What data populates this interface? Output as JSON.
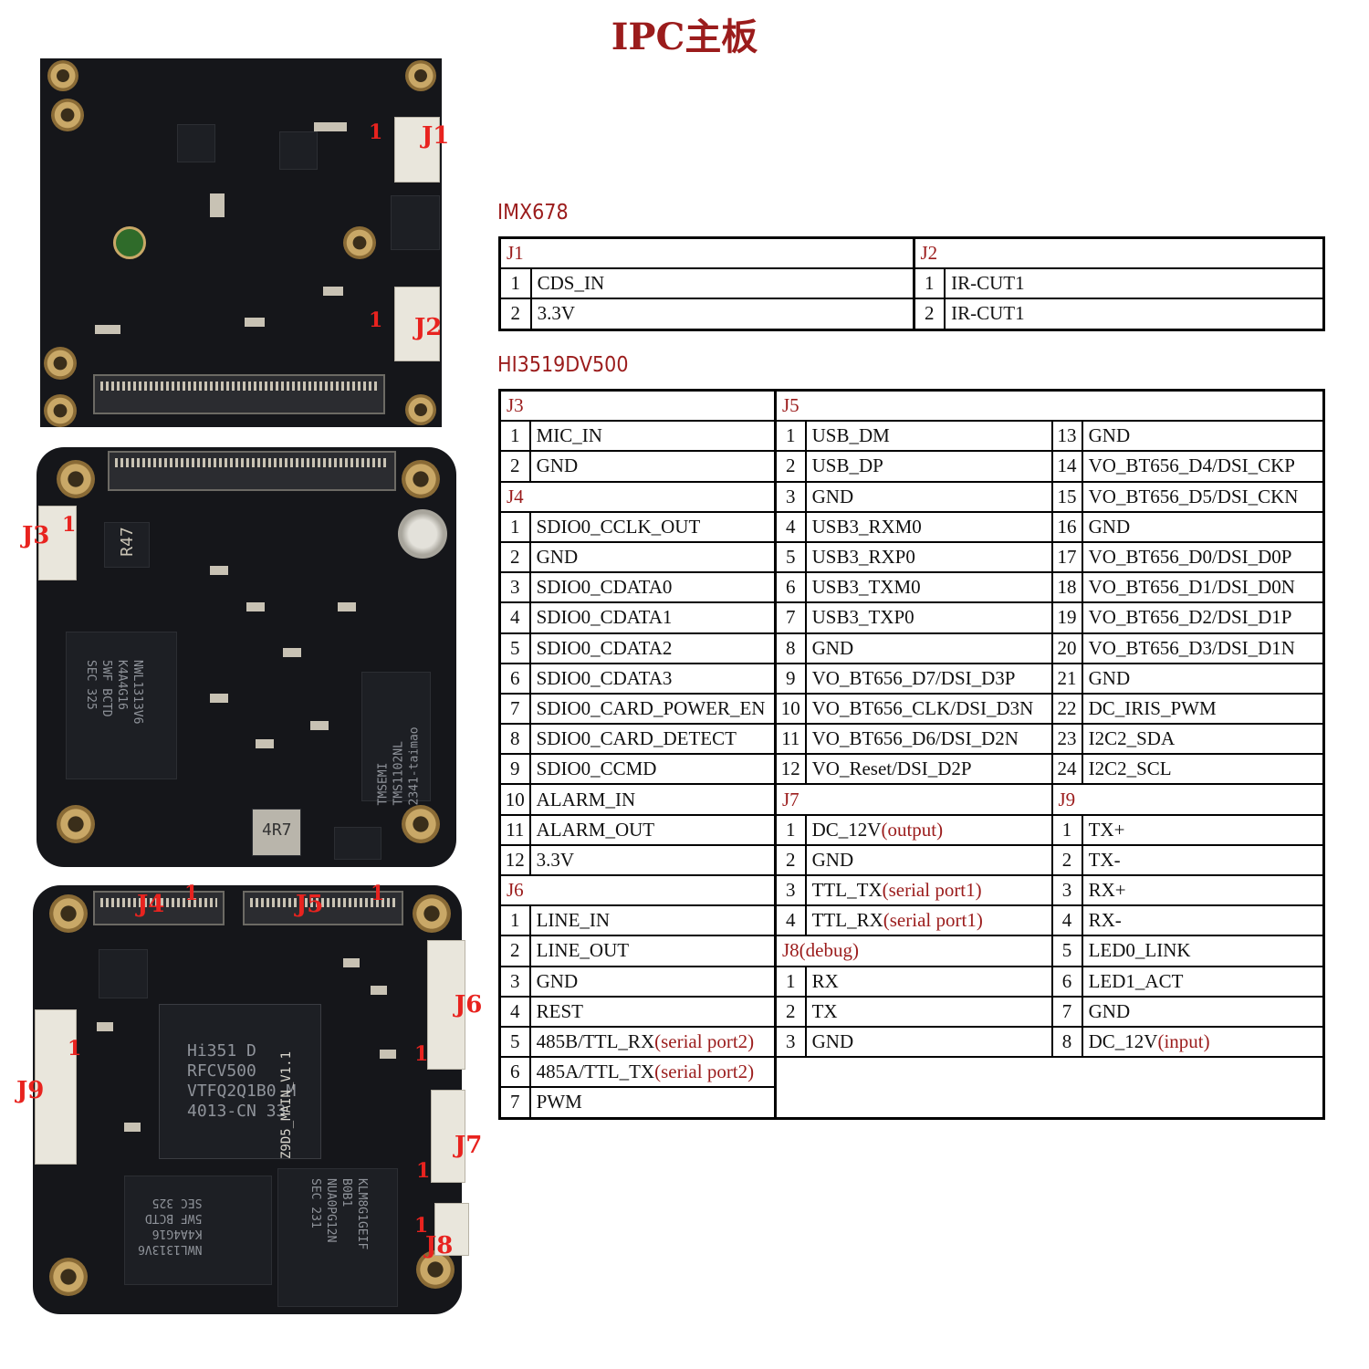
{
  "title": "IPC主板",
  "imx_section": {
    "label": "IMX678",
    "j1": {
      "header": "J1",
      "pins": [
        {
          "n": "1",
          "name": "CDS_IN"
        },
        {
          "n": "2",
          "name": "3.3V"
        }
      ]
    },
    "j2": {
      "header": "J2",
      "pins": [
        {
          "n": "1",
          "name": "IR-CUT1"
        },
        {
          "n": "2",
          "name": "IR-CUT1"
        }
      ]
    }
  },
  "hi_section": {
    "label": "HI3519DV500",
    "j3": {
      "header": "J3",
      "pins": [
        {
          "n": "1",
          "name": "MIC_IN"
        },
        {
          "n": "2",
          "name": "GND"
        }
      ]
    },
    "j4": {
      "header": "J4",
      "pins": [
        {
          "n": "1",
          "name": "SDIO0_CCLK_OUT"
        },
        {
          "n": "2",
          "name": "GND"
        },
        {
          "n": "3",
          "name": "SDIO0_CDATA0"
        },
        {
          "n": "4",
          "name": "SDIO0_CDATA1"
        },
        {
          "n": "5",
          "name": "SDIO0_CDATA2"
        },
        {
          "n": "6",
          "name": "SDIO0_CDATA3"
        },
        {
          "n": "7",
          "name": "SDIO0_CARD_POWER_EN"
        },
        {
          "n": "8",
          "name": "SDIO0_CARD_DETECT"
        },
        {
          "n": "9",
          "name": "SDIO0_CCMD"
        },
        {
          "n": "10",
          "name": "ALARM_IN"
        },
        {
          "n": "11",
          "name": "ALARM_OUT"
        },
        {
          "n": "12",
          "name": "3.3V"
        }
      ]
    },
    "j6": {
      "header": "J6",
      "pins": [
        {
          "n": "1",
          "name": "LINE_IN"
        },
        {
          "n": "2",
          "name": "LINE_OUT"
        },
        {
          "n": "3",
          "name": "GND"
        },
        {
          "n": "4",
          "name": "REST"
        },
        {
          "n": "5",
          "name": "485B/TTL_RX",
          "note": "(serial port2)"
        },
        {
          "n": "6",
          "name": "485A/TTL_TX",
          "note": "(serial port2)"
        },
        {
          "n": "7",
          "name": "PWM"
        }
      ]
    },
    "j5": {
      "header": "J5",
      "pins": [
        {
          "n": "1",
          "name": "USB_DM"
        },
        {
          "n": "2",
          "name": "USB_DP"
        },
        {
          "n": "3",
          "name": "GND"
        },
        {
          "n": "4",
          "name": "USB3_RXM0"
        },
        {
          "n": "5",
          "name": "USB3_RXP0"
        },
        {
          "n": "6",
          "name": "USB3_TXM0"
        },
        {
          "n": "7",
          "name": "USB3_TXP0"
        },
        {
          "n": "8",
          "name": "GND"
        },
        {
          "n": "9",
          "name": "VO_BT656_D7/DSI_D3P"
        },
        {
          "n": "10",
          "name": "VO_BT656_CLK/DSI_D3N"
        },
        {
          "n": "11",
          "name": "VO_BT656_D6/DSI_D2N"
        },
        {
          "n": "12",
          "name": "VO_Reset/DSI_D2P"
        },
        {
          "n": "13",
          "name": "GND"
        },
        {
          "n": "14",
          "name": "VO_BT656_D4/DSI_CKP"
        },
        {
          "n": "15",
          "name": "VO_BT656_D5/DSI_CKN"
        },
        {
          "n": "16",
          "name": "GND"
        },
        {
          "n": "17",
          "name": "VO_BT656_D0/DSI_D0P"
        },
        {
          "n": "18",
          "name": "VO_BT656_D1/DSI_D0N"
        },
        {
          "n": "19",
          "name": "VO_BT656_D2/DSI_D1P"
        },
        {
          "n": "20",
          "name": "VO_BT656_D3/DSI_D1N"
        },
        {
          "n": "21",
          "name": "GND"
        },
        {
          "n": "22",
          "name": "DC_IRIS_PWM"
        },
        {
          "n": "23",
          "name": "I2C2_SDA"
        },
        {
          "n": "24",
          "name": "I2C2_SCL"
        }
      ]
    },
    "j7": {
      "header": "J7",
      "pins": [
        {
          "n": "1",
          "name": "DC_12V",
          "note": "(output)"
        },
        {
          "n": "2",
          "name": "GND"
        },
        {
          "n": "3",
          "name": "TTL_TX",
          "note": "(serial port1)"
        },
        {
          "n": "4",
          "name": "TTL_RX",
          "note": "(serial port1)"
        }
      ]
    },
    "j8": {
      "header": "J8(debug)",
      "pins": [
        {
          "n": "1",
          "name": "RX"
        },
        {
          "n": "2",
          "name": "TX"
        },
        {
          "n": "3",
          "name": "GND"
        }
      ]
    },
    "j9": {
      "header": "J9",
      "pins": [
        {
          "n": "1",
          "name": "TX+"
        },
        {
          "n": "2",
          "name": "TX-"
        },
        {
          "n": "3",
          "name": "RX+"
        },
        {
          "n": "4",
          "name": "RX-"
        },
        {
          "n": "5",
          "name": "LED0_LINK"
        },
        {
          "n": "6",
          "name": "LED1_ACT"
        },
        {
          "n": "7",
          "name": "GND"
        },
        {
          "n": "8",
          "name": "DC_12V",
          "note": "(input)"
        }
      ]
    }
  },
  "board_labels": {
    "j1": "J1",
    "j2": "J2",
    "j3": "J3",
    "j4": "J4",
    "j5": "J5",
    "j6": "J6",
    "j7": "J7",
    "j8": "J8",
    "j9": "J9",
    "pin1": "1"
  },
  "chip_text": {
    "soc": [
      "Hi351 D",
      "RFCV500",
      "VTFQ2Q1B0 M",
      "4013-CN 33"
    ],
    "dram1": [
      "NWL1313V6",
      "K4A4G16",
      "5WF BCTD",
      "SEC 325"
    ],
    "dram2": [
      "NWL1313V6",
      "K4A4G16",
      "5WF BCTD",
      "SEC 325"
    ],
    "emmc": [
      "KLM8G1GEIF",
      "B0B1",
      "NUA0PG12N",
      "SEC 231"
    ],
    "eth": [
      "TMSEMI",
      "TMS1102NL",
      "2341-taimao"
    ],
    "pcb": "Z9D5_MAIN_V1.1",
    "ind1": "R47",
    "ind2": "4R7"
  },
  "colors": {
    "accent": "#9b1c1c",
    "board_label": "#e8231f",
    "pcb": "#15161a"
  }
}
